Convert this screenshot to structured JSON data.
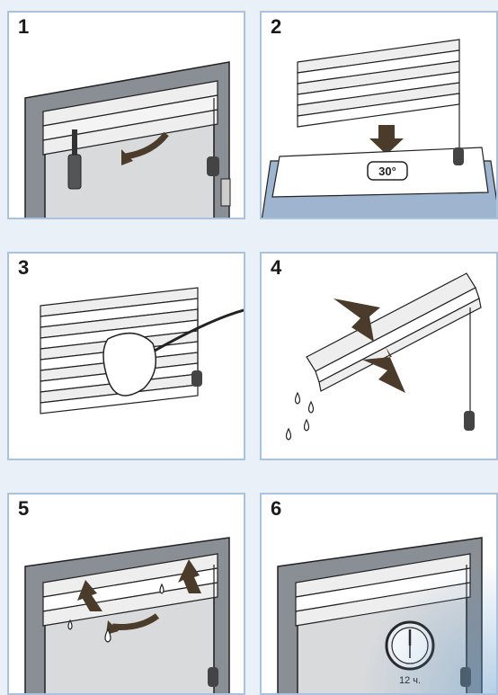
{
  "steps": [
    {
      "number": "1"
    },
    {
      "number": "2",
      "temperature": "30°"
    },
    {
      "number": "3"
    },
    {
      "number": "4"
    },
    {
      "number": "5"
    },
    {
      "number": "6",
      "clock_label": "12 ч."
    }
  ],
  "colors": {
    "background": "#e9f0f8",
    "panel_border": "#a9c2de",
    "frame": "#8a8f96",
    "glass": "#d8dadc",
    "tile": "#9eb4cf",
    "arrow": "#4a3b2a",
    "line": "#1a1a1a"
  }
}
